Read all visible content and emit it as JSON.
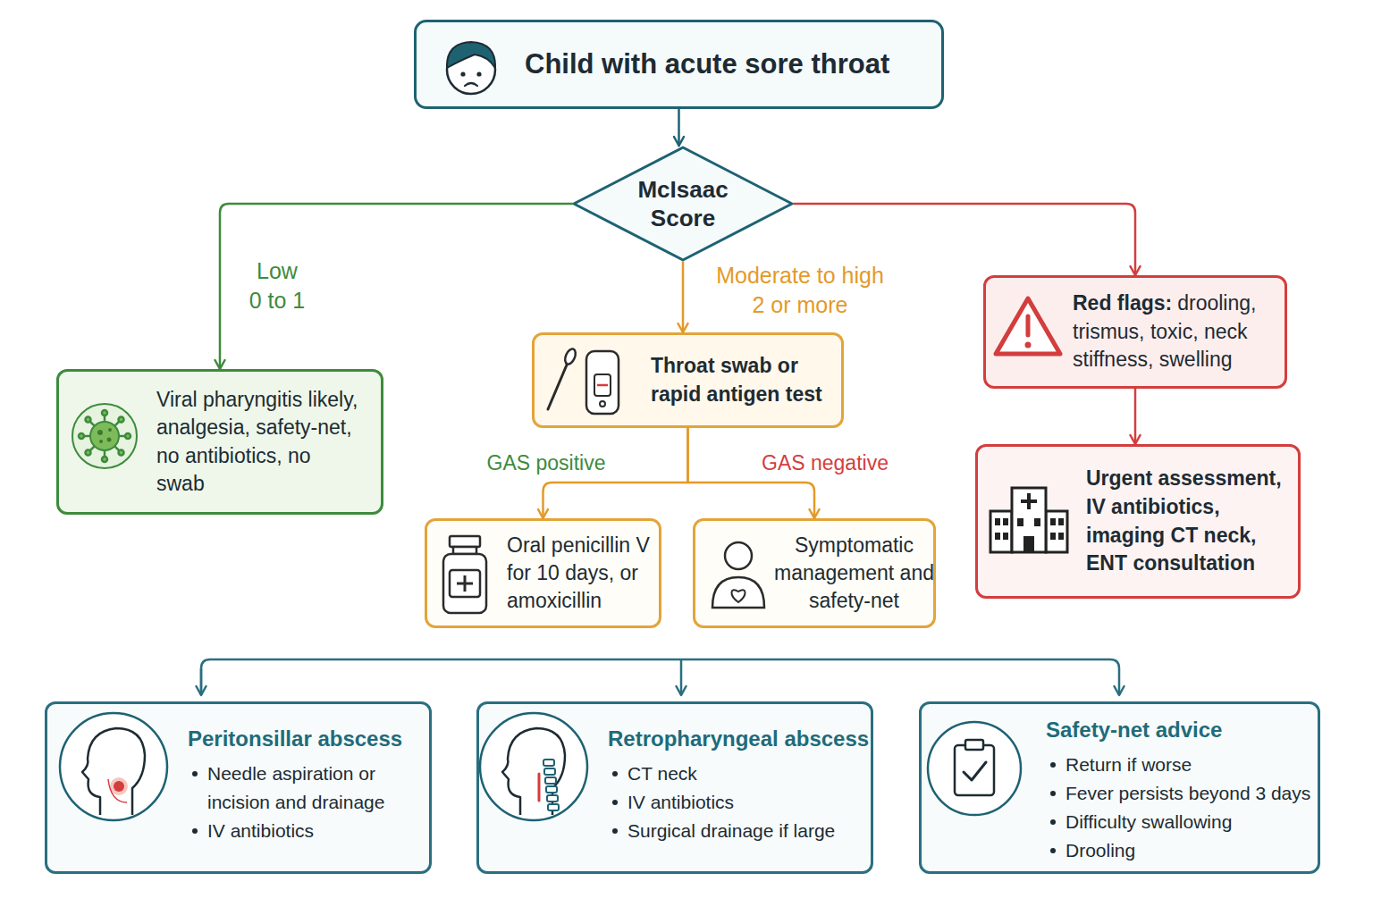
{
  "diagram": {
    "nodes": [
      {
        "text": [
          "Child with acute sore throat"
        ]
      },
      {
        "text": [
          "McIsaac Score"
        ]
      },
      {
        "text": [
          "Viral pharyngitis likely, analgesia, safety-net, no antibiotics, no swab"
        ]
      },
      {
        "text": [
          "Throat swab or rapid antigen test"
        ]
      },
      {
        "text": [
          "Red flags:",
          "drooling, trismus, toxic, neck stiffness, swelling"
        ]
      },
      {
        "text": [
          "Oral penicillin V for 10 days, or amoxicillin"
        ]
      },
      {
        "text": [
          "Symptomatic management and safety-net"
        ]
      },
      {
        "text": [
          "Urgent assessment, IV antibiotics, imaging CT neck, ENT consultation"
        ]
      },
      {
        "text": [
          "Peritonsillar abscess",
          "Needle aspiration or incision and drainage",
          "IV antibiotics"
        ]
      },
      {
        "text": [
          "Retropharyngeal abscess",
          "CT neck",
          "IV antibiotics",
          "Surgical drainage if large"
        ]
      },
      {
        "text": [
          "Safety-net advice",
          "Return if worse",
          "Fever persists beyond 3 days",
          "Difficulty swallowing",
          "Drooling"
        ]
      }
    ],
    "edges": [
      {
        "from": 0,
        "to": 1,
        "arrow": "to"
      },
      {
        "from": 1,
        "to": 2,
        "label": "Low 0 to 1",
        "arrow": "to"
      },
      {
        "from": 1,
        "to": 3,
        "label": "Moderate to high 2 or more",
        "arrow": "to"
      },
      {
        "from": 1,
        "to": 4,
        "arrow": "to"
      },
      {
        "from": 3,
        "to": 5,
        "label": "GAS positive",
        "arrow": "to"
      },
      {
        "from": 3,
        "to": 6,
        "label": "GAS negative",
        "arrow": "to"
      },
      {
        "from": 4,
        "to": 7,
        "arrow": "to"
      }
    ]
  }
}
